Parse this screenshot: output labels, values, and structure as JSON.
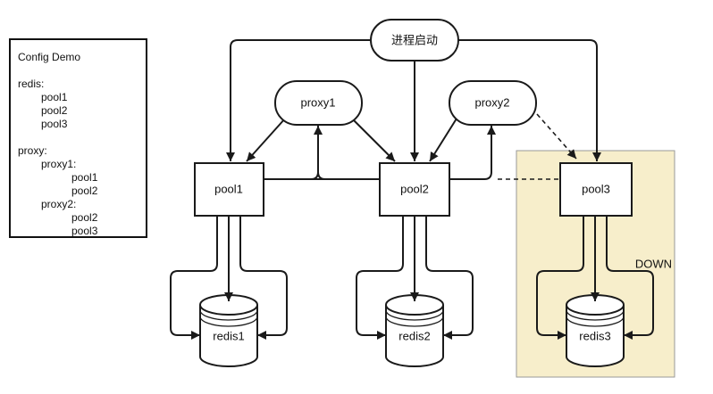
{
  "config_box": {
    "lines": [
      {
        "text": "Config Demo",
        "indent": 0
      },
      {
        "text": "",
        "indent": 0
      },
      {
        "text": "redis:",
        "indent": 0
      },
      {
        "text": "pool1",
        "indent": 1
      },
      {
        "text": "pool2",
        "indent": 1
      },
      {
        "text": "pool3",
        "indent": 1
      },
      {
        "text": "",
        "indent": 0
      },
      {
        "text": "proxy:",
        "indent": 0
      },
      {
        "text": "proxy1:",
        "indent": 1
      },
      {
        "text": "pool1",
        "indent": 2
      },
      {
        "text": "pool2",
        "indent": 2
      },
      {
        "text": "proxy2:",
        "indent": 1
      },
      {
        "text": "pool2",
        "indent": 2
      },
      {
        "text": "pool3",
        "indent": 2
      }
    ]
  },
  "diagram": {
    "nodes": {
      "start": {
        "label": "进程启动",
        "type": "stadium"
      },
      "proxy1": {
        "label": "proxy1",
        "type": "stadium"
      },
      "proxy2": {
        "label": "proxy2",
        "type": "stadium"
      },
      "pool1": {
        "label": "pool1",
        "type": "rect"
      },
      "pool2": {
        "label": "pool2",
        "type": "rect"
      },
      "pool3": {
        "label": "pool3",
        "type": "rect"
      },
      "redis1": {
        "label": "redis1",
        "type": "cylinder"
      },
      "redis2": {
        "label": "redis2",
        "type": "cylinder"
      },
      "redis3": {
        "label": "redis3",
        "type": "cylinder"
      }
    },
    "down_zone": {
      "label": "DOWN",
      "fill": "#f7eecb",
      "border": "#999999"
    },
    "colors": {
      "stroke": "#1a1a1a",
      "node_fill": "#ffffff"
    },
    "edges": [
      {
        "from": "start",
        "to": "pool1",
        "style": "solid-arrow"
      },
      {
        "from": "start",
        "to": "pool2",
        "style": "solid-arrow"
      },
      {
        "from": "start",
        "to": "pool3",
        "style": "solid-arrow"
      },
      {
        "from": "proxy1",
        "to": "pool1",
        "style": "solid-arrow"
      },
      {
        "from": "proxy1",
        "to": "pool2",
        "style": "solid-arrow"
      },
      {
        "from": "pool1",
        "to": "proxy1",
        "style": "solid-arrow"
      },
      {
        "from": "pool1",
        "to": "pool2",
        "style": "solid-line"
      },
      {
        "from": "proxy2",
        "to": "pool2",
        "style": "solid-arrow"
      },
      {
        "from": "pool2",
        "to": "proxy2",
        "style": "solid-arrow"
      },
      {
        "from": "pool2",
        "to": "pool3",
        "style": "dashed-line"
      },
      {
        "from": "proxy2",
        "to": "pool3",
        "style": "dashed-arrow"
      },
      {
        "from": "pool1",
        "to": "redis1",
        "style": "triple-arrow"
      },
      {
        "from": "pool2",
        "to": "redis2",
        "style": "triple-arrow"
      },
      {
        "from": "pool3",
        "to": "redis3",
        "style": "triple-arrow"
      }
    ]
  }
}
